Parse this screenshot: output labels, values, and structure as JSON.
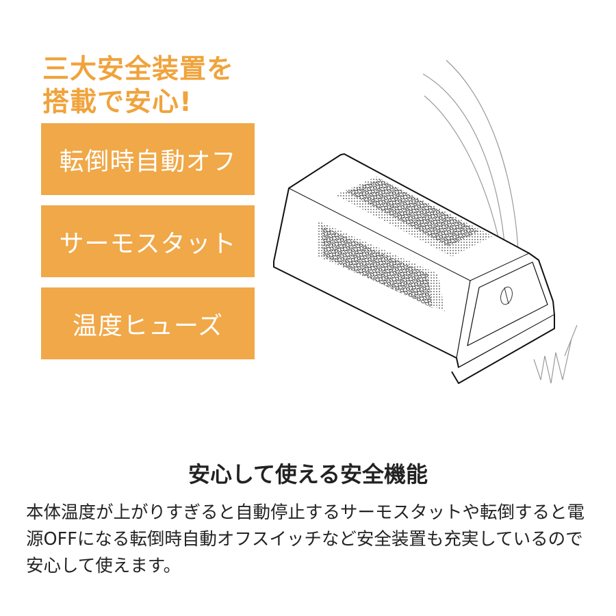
{
  "headline": {
    "line1": "三大安全装置を",
    "line2": "搭載で安心!"
  },
  "badges": [
    "転倒時自動オフ",
    "サーモスタット",
    "温度ヒューズ"
  ],
  "section": {
    "title": "安心して使える安全機能",
    "description": "本体温度が上がりすぎると自動停止するサーモスタットや転倒すると電源OFFになる転倒時自動オフスイッチなど安全装置も充実しているので安心して使えます。"
  },
  "colors": {
    "accent": "#f0a848",
    "headline": "#f0a33c",
    "text": "#222222"
  }
}
